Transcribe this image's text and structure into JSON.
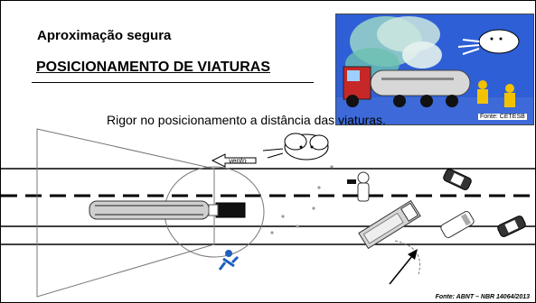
{
  "slide": {
    "subtitle": "Aproximação segura",
    "title": "POSICIONAMENTO DE VIATURAS",
    "caption": "Rigor no posicionamento a distância das viaturas.",
    "photo_credit": "Fonte: CETESB",
    "diagram_credit": "Fonte: ABNT – NBR 14064/2013"
  },
  "diagram": {
    "wind_label": "vento"
  },
  "colors": {
    "photo_sky": "#2f5fd6",
    "tanker_cab": "#c62828",
    "vehicle_dark": "#333333",
    "responder_suit": "#f2c200"
  }
}
